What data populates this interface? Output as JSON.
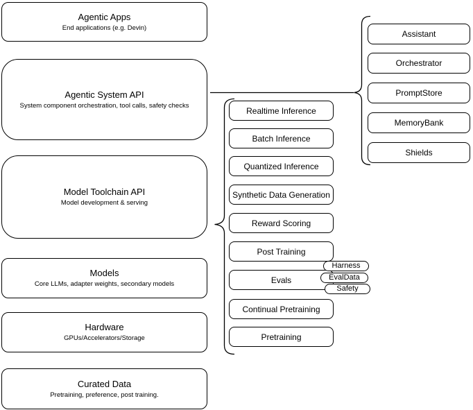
{
  "diagram": {
    "colors": {
      "stroke": "#000000",
      "fill": "#ffffff",
      "background": "#ffffff"
    },
    "left_stack": [
      {
        "title": "Agentic Apps",
        "subtitle": "End applications (e.g. Devin)"
      },
      {
        "title": "Agentic System API",
        "subtitle": "System component orchestration, tool calls, safety checks"
      },
      {
        "title": "Model Toolchain API",
        "subtitle": "Model development & serving"
      },
      {
        "title": "Models",
        "subtitle": "Core LLMs, adapter weights, secondary models"
      },
      {
        "title": "Hardware",
        "subtitle": "GPUs/Accelerators/Storage"
      },
      {
        "title": "Curated Data",
        "subtitle": "Pretraining, preference, post training."
      }
    ],
    "toolchain_group": {
      "items": [
        "Realtime Inference",
        "Batch Inference",
        "Quantized Inference",
        "Synthetic Data Generation",
        "Reward Scoring",
        "Post Training",
        "Evals",
        "Continual Pretraining",
        "Pretraining"
      ],
      "evals_tags": [
        "Harness",
        "EvalData",
        "Safety"
      ]
    },
    "system_group": {
      "items": [
        "Assistant",
        "Orchestrator",
        "PromptStore",
        "MemoryBank",
        "Shields"
      ]
    }
  }
}
